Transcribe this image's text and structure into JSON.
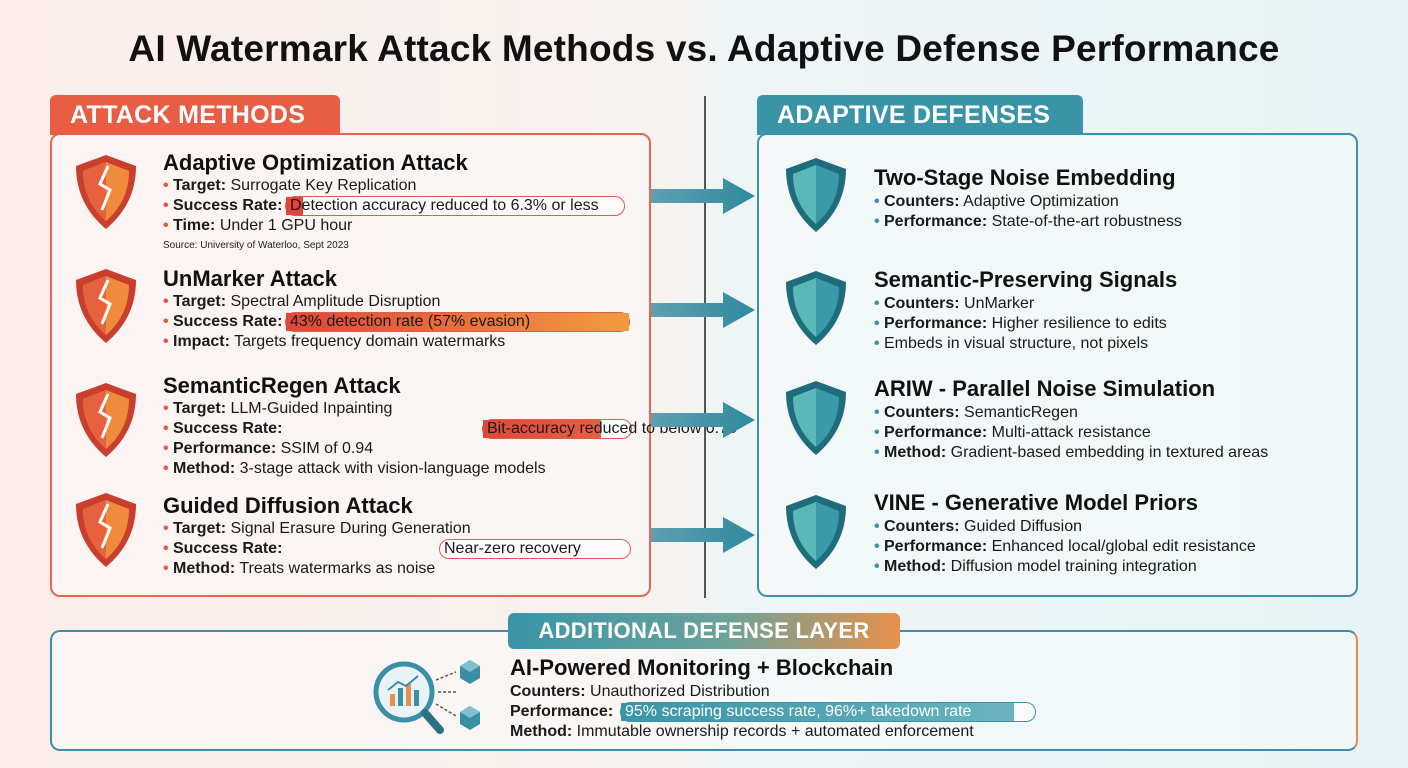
{
  "title": "AI Watermark Attack Methods vs. Adaptive Defense Performance",
  "attack_tab": "ATTACK METHODS",
  "defense_tab": "ADAPTIVE DEFENSES",
  "extra_tab": "ADDITIONAL DEFENSE LAYER",
  "colors": {
    "attack": "#e85d43",
    "defense": "#3a94a8",
    "accent_orange": "#e8904c"
  },
  "attacks": [
    {
      "title": "Adaptive Optimization Attack",
      "lines": [
        {
          "label": "Target:",
          "text": "Surrogate Key Replication"
        },
        {
          "label": "Success Rate:",
          "text": "Detection accuracy reduced to 6.3% or less",
          "progress": 0.05
        },
        {
          "label": "Time:",
          "text": "Under 1 GPU hour"
        }
      ],
      "source": "Source: University of Waterloo, Sept 2023"
    },
    {
      "title": "UnMarker Attack",
      "lines": [
        {
          "label": "Target:",
          "text": "Spectral Amplitude Disruption"
        },
        {
          "label": "Success Rate:",
          "text": "43% detection rate (57% evasion)",
          "progress": 1.0
        },
        {
          "label": "Impact:",
          "text": "Targets frequency domain watermarks"
        }
      ]
    },
    {
      "title": "SemanticRegen Attack",
      "lines": [
        {
          "label": "Target:",
          "text": "LLM-Guided Inpainting"
        },
        {
          "label": "Success Rate:",
          "text": "Bit-accuracy reduced to below 0.75",
          "progress": 0.8
        },
        {
          "label": "Performance:",
          "text": "SSIM of 0.94"
        },
        {
          "label": "Method:",
          "text": "3-stage attack with vision-language models"
        }
      ]
    },
    {
      "title": "Guided Diffusion Attack",
      "lines": [
        {
          "label": "Target:",
          "text": "Signal Erasure During Generation"
        },
        {
          "label": "Success Rate:",
          "text": "Near-zero recovery",
          "progress": 0.0
        },
        {
          "label": "Method:",
          "text": "Treats watermarks as noise"
        }
      ]
    }
  ],
  "defenses": [
    {
      "title": "Two-Stage Noise Embedding",
      "lines": [
        {
          "label": "Counters:",
          "text": "Adaptive Optimization"
        },
        {
          "label": "Performance:",
          "text": "State-of-the-art robustness"
        }
      ]
    },
    {
      "title": "Semantic-Preserving Signals",
      "lines": [
        {
          "label": "Counters:",
          "text": "UnMarker"
        },
        {
          "label": "Performance:",
          "text": "Higher resilience to edits"
        },
        {
          "label": "",
          "text": "Embeds in visual structure, not pixels"
        }
      ]
    },
    {
      "title": "ARIW - Parallel Noise Simulation",
      "lines": [
        {
          "label": "Counters:",
          "text": "SemanticRegen"
        },
        {
          "label": "Performance:",
          "text": "Multi-attack resistance"
        },
        {
          "label": "Method:",
          "text": "Gradient-based embedding in textured areas"
        }
      ]
    },
    {
      "title": "VINE - Generative Model Priors",
      "lines": [
        {
          "label": "Counters:",
          "text": "Guided Diffusion"
        },
        {
          "label": "Performance:",
          "text": "Enhanced local/global edit resistance"
        },
        {
          "label": "Method:",
          "text": "Diffusion model training integration"
        }
      ]
    }
  ],
  "extra": {
    "title": "AI-Powered Monitoring + Blockchain",
    "lines": [
      {
        "label": "Counters:",
        "text": "Unauthorized Distribution"
      },
      {
        "label": "Performance:",
        "text": "95% scraping success rate, 96%+ takedown rate",
        "progress": 0.95
      },
      {
        "label": "Method:",
        "text": "Immutable ownership records + automated enforcement"
      }
    ]
  }
}
